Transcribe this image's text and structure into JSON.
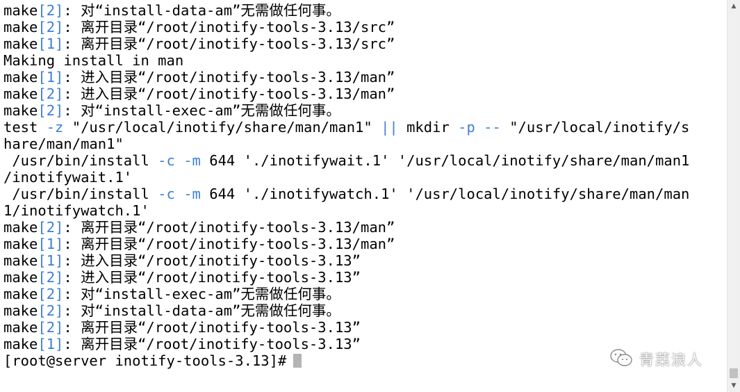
{
  "terminal": {
    "lines": [
      {
        "segments": [
          {
            "t": "make",
            "c": "plain"
          },
          {
            "t": "[2]",
            "c": "bracket"
          },
          {
            "t": ": 对“install-data-am”无需做任何事。",
            "c": "plain"
          }
        ]
      },
      {
        "segments": [
          {
            "t": "make",
            "c": "plain"
          },
          {
            "t": "[2]",
            "c": "bracket"
          },
          {
            "t": ": 离开目录“/root/inotify-tools-3.13/src”",
            "c": "plain"
          }
        ]
      },
      {
        "segments": [
          {
            "t": "make",
            "c": "plain"
          },
          {
            "t": "[1]",
            "c": "bracket"
          },
          {
            "t": ": 离开目录“/root/inotify-tools-3.13/src”",
            "c": "plain"
          }
        ]
      },
      {
        "segments": [
          {
            "t": "Making install in man",
            "c": "plain"
          }
        ]
      },
      {
        "segments": [
          {
            "t": "make",
            "c": "plain"
          },
          {
            "t": "[1]",
            "c": "bracket"
          },
          {
            "t": ": 进入目录“/root/inotify-tools-3.13/man”",
            "c": "plain"
          }
        ]
      },
      {
        "segments": [
          {
            "t": "make",
            "c": "plain"
          },
          {
            "t": "[2]",
            "c": "bracket"
          },
          {
            "t": ": 进入目录“/root/inotify-tools-3.13/man”",
            "c": "plain"
          }
        ]
      },
      {
        "segments": [
          {
            "t": "make",
            "c": "plain"
          },
          {
            "t": "[2]",
            "c": "bracket"
          },
          {
            "t": ": 对“install-exec-am”无需做任何事。",
            "c": "plain"
          }
        ]
      },
      {
        "segments": [
          {
            "t": "test ",
            "c": "plain"
          },
          {
            "t": "-z",
            "c": "flag"
          },
          {
            "t": " \"/usr/local/inotify/share/man/man1\" ",
            "c": "plain"
          },
          {
            "t": "||",
            "c": "pipe"
          },
          {
            "t": " mkdir ",
            "c": "plain"
          },
          {
            "t": "-p",
            "c": "flag"
          },
          {
            "t": " ",
            "c": "plain"
          },
          {
            "t": "--",
            "c": "flag"
          },
          {
            "t": " \"/usr/local/inotify/s",
            "c": "plain"
          }
        ]
      },
      {
        "segments": [
          {
            "t": "hare/man/man1\"",
            "c": "plain"
          }
        ]
      },
      {
        "segments": [
          {
            "t": " /usr/bin/install ",
            "c": "plain"
          },
          {
            "t": "-c",
            "c": "flag"
          },
          {
            "t": " ",
            "c": "plain"
          },
          {
            "t": "-m",
            "c": "flag"
          },
          {
            "t": " 644 './inotifywait.1' '/usr/local/inotify/share/man/man1",
            "c": "plain"
          }
        ]
      },
      {
        "segments": [
          {
            "t": "/inotifywait.1'",
            "c": "plain"
          }
        ]
      },
      {
        "segments": [
          {
            "t": " /usr/bin/install ",
            "c": "plain"
          },
          {
            "t": "-c",
            "c": "flag"
          },
          {
            "t": " ",
            "c": "plain"
          },
          {
            "t": "-m",
            "c": "flag"
          },
          {
            "t": " 644 './inotifywatch.1' '/usr/local/inotify/share/man/man",
            "c": "plain"
          }
        ]
      },
      {
        "segments": [
          {
            "t": "1/inotifywatch.1'",
            "c": "plain"
          }
        ]
      },
      {
        "segments": [
          {
            "t": "make",
            "c": "plain"
          },
          {
            "t": "[2]",
            "c": "bracket"
          },
          {
            "t": ": 离开目录“/root/inotify-tools-3.13/man”",
            "c": "plain"
          }
        ]
      },
      {
        "segments": [
          {
            "t": "make",
            "c": "plain"
          },
          {
            "t": "[1]",
            "c": "bracket"
          },
          {
            "t": ": 离开目录“/root/inotify-tools-3.13/man”",
            "c": "plain"
          }
        ]
      },
      {
        "segments": [
          {
            "t": "make",
            "c": "plain"
          },
          {
            "t": "[1]",
            "c": "bracket"
          },
          {
            "t": ": 进入目录“/root/inotify-tools-3.13”",
            "c": "plain"
          }
        ]
      },
      {
        "segments": [
          {
            "t": "make",
            "c": "plain"
          },
          {
            "t": "[2]",
            "c": "bracket"
          },
          {
            "t": ": 进入目录“/root/inotify-tools-3.13”",
            "c": "plain"
          }
        ]
      },
      {
        "segments": [
          {
            "t": "make",
            "c": "plain"
          },
          {
            "t": "[2]",
            "c": "bracket"
          },
          {
            "t": ": 对“install-exec-am”无需做任何事。",
            "c": "plain"
          }
        ]
      },
      {
        "segments": [
          {
            "t": "make",
            "c": "plain"
          },
          {
            "t": "[2]",
            "c": "bracket"
          },
          {
            "t": ": 对“install-data-am”无需做任何事。",
            "c": "plain"
          }
        ]
      },
      {
        "segments": [
          {
            "t": "make",
            "c": "plain"
          },
          {
            "t": "[2]",
            "c": "bracket"
          },
          {
            "t": ": 离开目录“/root/inotify-tools-3.13”",
            "c": "plain"
          }
        ]
      },
      {
        "segments": [
          {
            "t": "make",
            "c": "plain"
          },
          {
            "t": "[1]",
            "c": "bracket"
          },
          {
            "t": ": 离开目录“/root/inotify-tools-3.13”",
            "c": "plain"
          }
        ]
      }
    ],
    "prompt": "[root@server inotify-tools-3.13]#"
  },
  "watermark": {
    "text": "青菜浪人",
    "icon": "wechat-icon"
  },
  "scrollbar": {
    "up_icon": "▲",
    "down_icon": "▼"
  },
  "colors": {
    "background": "#ffffff",
    "text": "#000000",
    "accent": "#3c7fd6",
    "cursor": "#b4b4b4"
  }
}
